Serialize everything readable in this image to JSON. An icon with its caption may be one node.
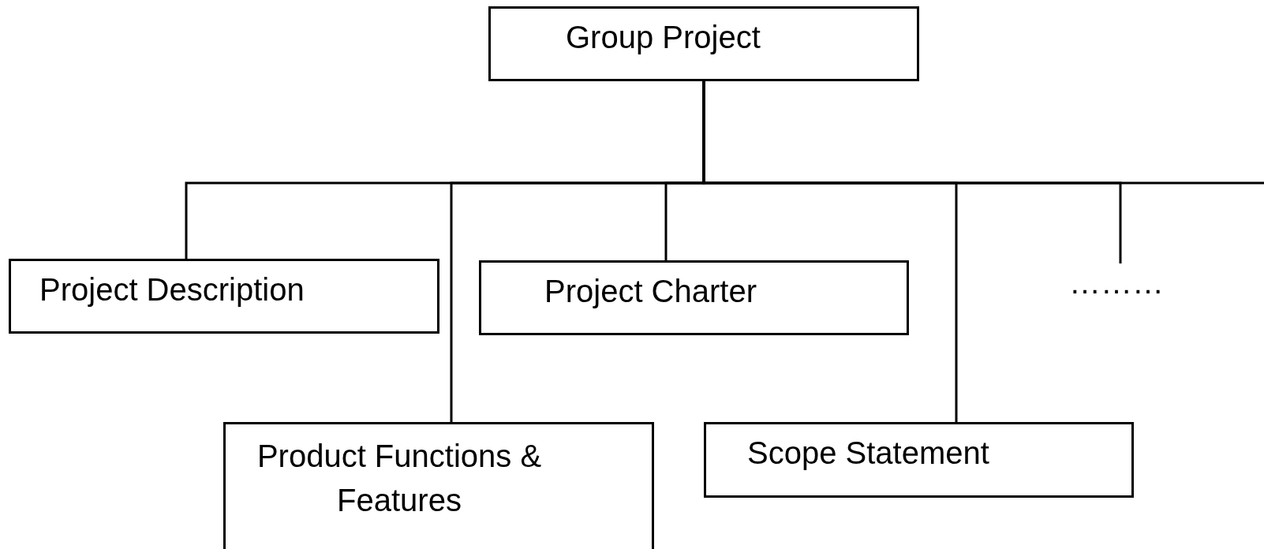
{
  "diagram": {
    "nodes": [
      {
        "text": [
          "Group Project"
        ]
      },
      {
        "text": [
          "Project Description"
        ]
      },
      {
        "text": [
          "Product Functions & Features"
        ]
      },
      {
        "text": [
          "Project Charter"
        ]
      },
      {
        "text": [
          "Scope Statement"
        ]
      },
      {
        "text": [
          "………"
        ]
      }
    ],
    "edges": [
      {
        "from": 0,
        "to": 1,
        "arrow": "none"
      },
      {
        "from": 0,
        "to": 2,
        "arrow": "none"
      },
      {
        "from": 0,
        "to": 3,
        "arrow": "none"
      },
      {
        "from": 0,
        "to": 4,
        "arrow": "none"
      },
      {
        "from": 0,
        "to": 5,
        "arrow": "none"
      },
      {
        "from": 0,
        "to": null,
        "arrow": "none"
      }
    ]
  }
}
